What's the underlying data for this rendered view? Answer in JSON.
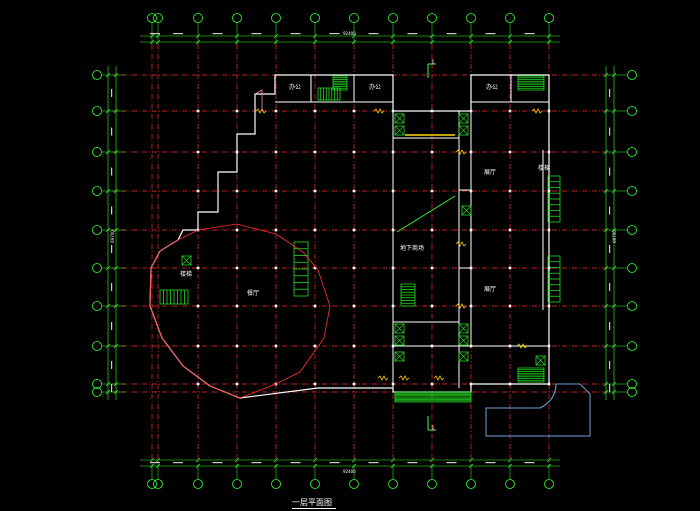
{
  "drawing": {
    "title": "一层平面图",
    "room_labels": {
      "office_left": "办公",
      "office_mid": "办公",
      "office_right": "办公",
      "hall_upper": "展厅",
      "hall_lower": "展厅",
      "dining": "餐厅",
      "lobby": "地下商场",
      "stair_left": "楼梯",
      "stair_right": "楼梯"
    },
    "section_mark_top": "1",
    "section_mark_bottom": "1",
    "overall_dim_top": "92400",
    "overall_dim_bottom": "92400",
    "overall_dim_left": "69700",
    "overall_dim_right": "69700"
  },
  "colors": {
    "axis_line": "#ff2a2a",
    "axis_bubble": "#34ff34",
    "dim_line": "#34ff34",
    "wall": "#ffffff",
    "stair": "#22dd22",
    "door_arc": "#ffd700",
    "curve": "#ff3333",
    "ramp": "#6f9fd6",
    "column": "#ffffff"
  }
}
